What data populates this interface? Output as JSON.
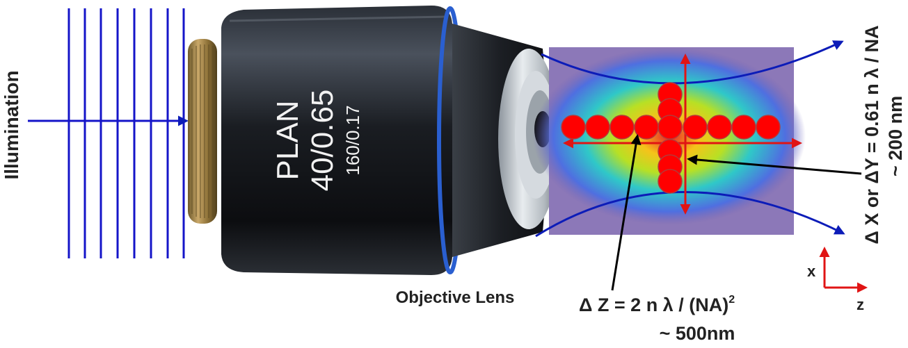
{
  "diagram": {
    "illumination_label": "Illumination",
    "objective_label": "Objective Lens",
    "lens_text": {
      "line1": "PLAN",
      "line2": "40/0.65",
      "line3": "160/0.17"
    },
    "axial_formula": {
      "prefix": "Δ Z = 2 n λ / (NA)",
      "superscript": "2",
      "approx": "~ 500nm"
    },
    "lateral_formula": {
      "text": "Δ X or ΔY = 0.61 n λ / NA",
      "approx": "~ 200 nm"
    },
    "axes": {
      "vertical": "x",
      "horizontal": "z"
    },
    "colors": {
      "wavefront": "#1414c8",
      "beam_envelope": "#0c1cb8",
      "psf_dots": "#ff0000",
      "arrows": "#e01414",
      "pointer": "#000000"
    }
  }
}
